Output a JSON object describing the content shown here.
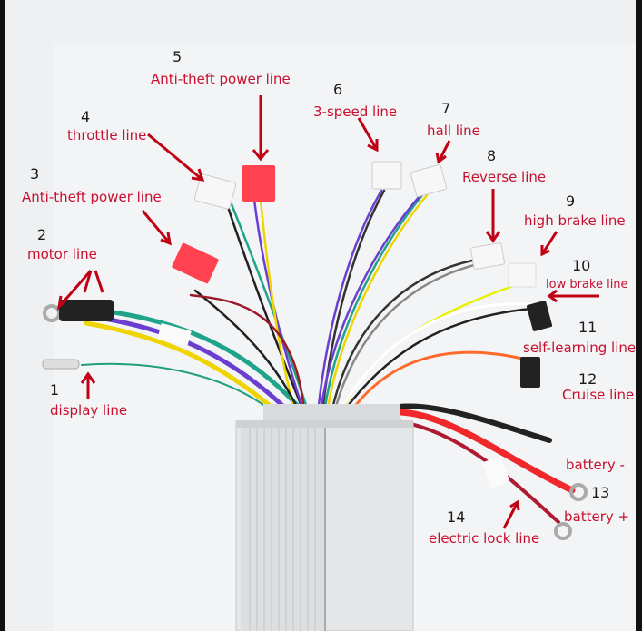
{
  "title": "E-bike controller wiring diagram",
  "colors": {
    "label": "#c8102e",
    "arrow": "#c00014",
    "number": "#1a1a1a",
    "background": "#eef0f1",
    "housing": "#e4e6e8"
  },
  "callouts": [
    {
      "number": "1",
      "label": "display line"
    },
    {
      "number": "2",
      "label": "motor line"
    },
    {
      "number": "3",
      "label": "Anti-theft power line"
    },
    {
      "number": "4",
      "label": "throttle line"
    },
    {
      "number": "5",
      "label": "Anti-theft power line"
    },
    {
      "number": "6",
      "label": "3-speed line"
    },
    {
      "number": "7",
      "label": "hall line"
    },
    {
      "number": "8",
      "label": "Reverse line"
    },
    {
      "number": "9",
      "label": "high brake line"
    },
    {
      "number": "10",
      "label": "low brake line"
    },
    {
      "number": "11",
      "label": "self-learning line"
    },
    {
      "number": "12",
      "label": "Cruise line"
    },
    {
      "number": "13",
      "label_a": "battery -",
      "label_b": "battery +"
    },
    {
      "number": "14",
      "label": "electric lock line"
    }
  ]
}
